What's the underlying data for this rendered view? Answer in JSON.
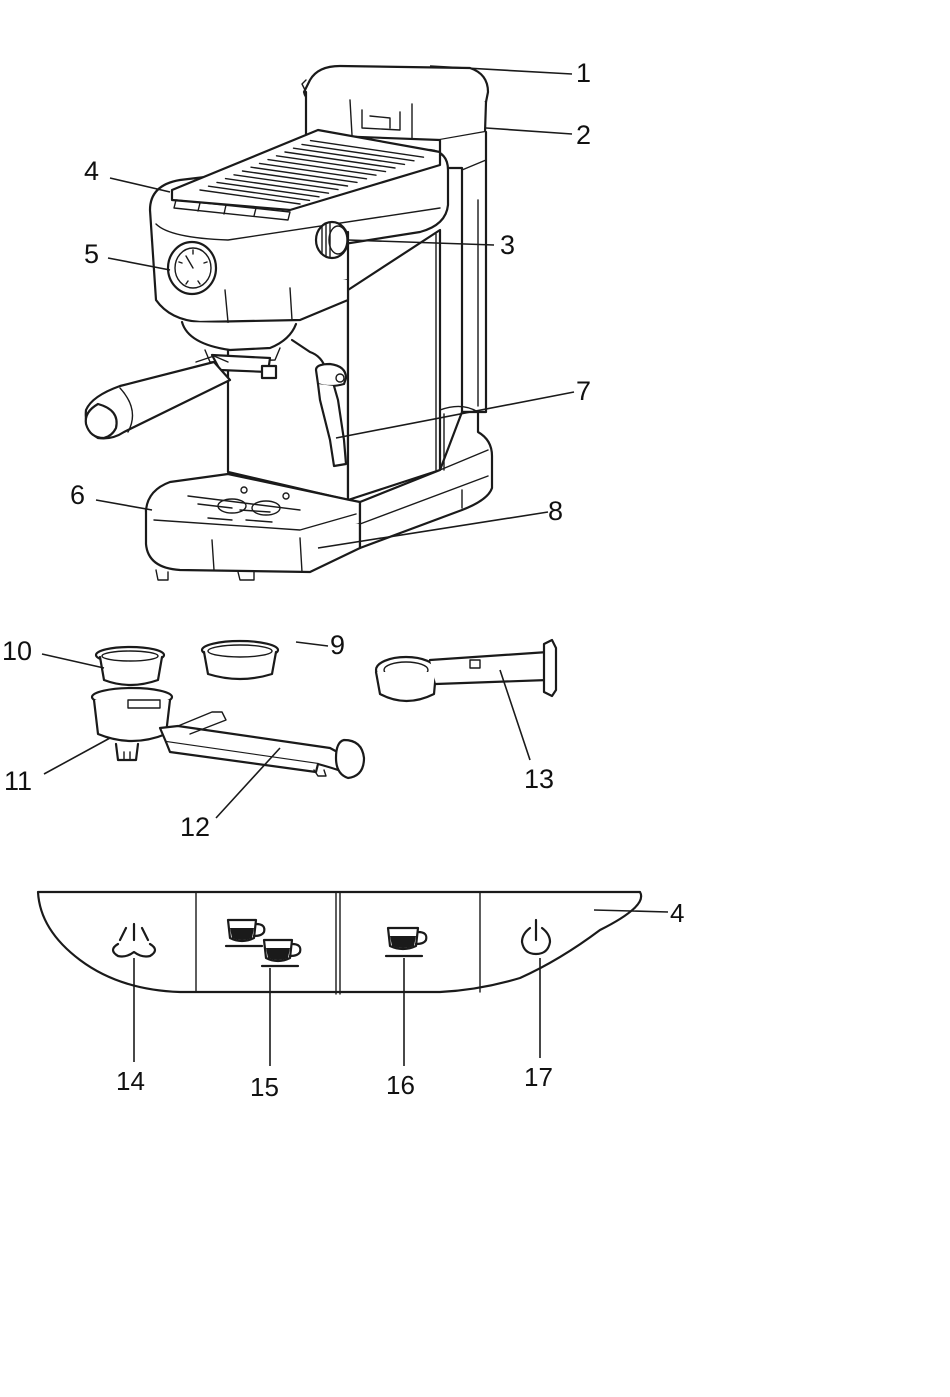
{
  "machine_callouts": {
    "c1": "1",
    "c2": "2",
    "c3": "3",
    "c4": "4",
    "c5": "5",
    "c6": "6",
    "c7": "7",
    "c8": "8"
  },
  "accessory_callouts": {
    "c9": "9",
    "c10": "10",
    "c11": "11",
    "c12": "12",
    "c13": "13"
  },
  "panel_callouts": {
    "c4": "4",
    "c14": "14",
    "c15": "15",
    "c16": "16",
    "c17": "17"
  },
  "panel_buttons": [
    {
      "icon": "steam-icon"
    },
    {
      "icon": "double-cup-icon"
    },
    {
      "icon": "single-cup-icon"
    },
    {
      "icon": "power-icon"
    }
  ],
  "colors": {
    "line": "#1a1a1a",
    "background": "#ffffff"
  }
}
